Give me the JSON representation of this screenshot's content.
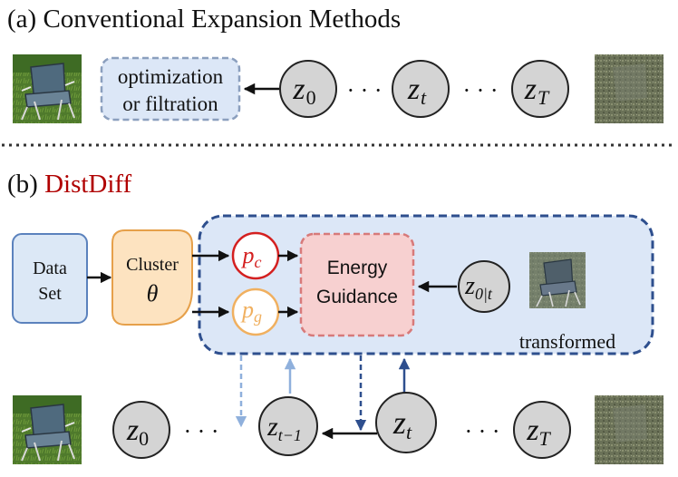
{
  "section_a": {
    "label_prefix": "(a)",
    "title": "Conventional  Expansion Methods",
    "box_line1": "optimization",
    "box_line2": "or filtration",
    "nodes": {
      "z0": {
        "var": "z",
        "sub": "0"
      },
      "zt": {
        "var": "z",
        "sub": "t"
      },
      "zT": {
        "var": "z",
        "sub": "T"
      }
    },
    "dots": "· · ·"
  },
  "section_b": {
    "label_prefix": "(b)",
    "title": "DistDiff",
    "data_set_line1": "Data",
    "data_set_line2": "Set",
    "cluster_label": "Cluster",
    "cluster_theta": "θ",
    "pc": {
      "var": "p",
      "sub": "c"
    },
    "pg": {
      "var": "p",
      "sub": "g"
    },
    "energy_line1": "Energy",
    "energy_line2": "Guidance",
    "z0t": {
      "var": "z",
      "sub": "0|t"
    },
    "transformed_label": "transformed",
    "bottom_nodes": {
      "z0": {
        "var": "z",
        "sub": "0"
      },
      "ztm1": {
        "var": "z",
        "sub": "t−1"
      },
      "zt": {
        "var": "z",
        "sub": "t"
      },
      "zT": {
        "var": "z",
        "sub": "T"
      }
    },
    "dots": "· · ·"
  },
  "colors": {
    "accent_red": "#b00000",
    "pc_red": "#d42020",
    "pg_orange": "#f0b060",
    "blue_dash": "#2e4f8e",
    "blue_panel": "#dce7f7",
    "light_blue_arrow": "#8fb0dc",
    "blue_arrow": "#3a5fa8",
    "node_gray": "#d4d4d4",
    "energy_fill": "#f7d0d0",
    "energy_stroke": "#d77a7a",
    "cluster_fill": "#fde3c0",
    "cluster_stroke": "#e6a04a",
    "dataset_fill": "#dce8f6",
    "dataset_stroke": "#5b82bd"
  }
}
